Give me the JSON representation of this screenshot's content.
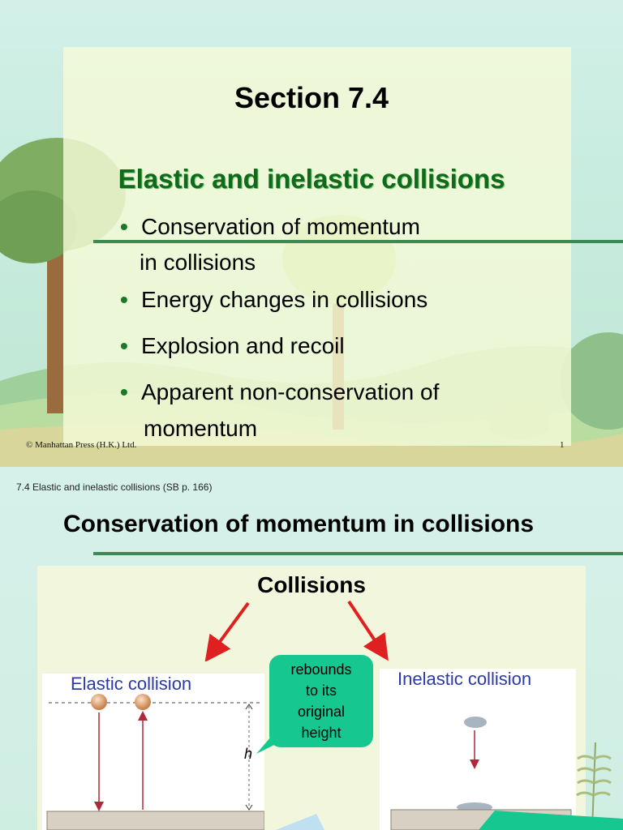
{
  "slide1": {
    "title": "Section 7.4",
    "subtitle": "Elastic and inelastic collisions",
    "bullets": [
      {
        "line1": "Conservation of momentum",
        "line2": "in collisions"
      },
      {
        "line1": "Energy changes in collisions",
        "line2": ""
      },
      {
        "line1": "Explosion and recoil",
        "line2": ""
      },
      {
        "line1": "Apparent non-conservation of",
        "line2": "momentum"
      }
    ],
    "bullet_symbol": "•",
    "footer_copyright": "©  Manhattan Press (H.K.) Ltd.",
    "page_number": "1"
  },
  "slide2": {
    "breadcrumb": "7.4 Elastic and inelastic collisions  (SB p. 166)",
    "title": "Conservation of momentum in collisions",
    "collisions_label": "Collisions",
    "elastic_label": "Elastic collision",
    "inelastic_label": "Inelastic collision",
    "callout_text": "rebounds\nto its\noriginal\nheight",
    "height_symbol": "h"
  },
  "colors": {
    "accent_green": "#3b8a52",
    "subtitle_green": "#0f6b1a",
    "callout_teal": "#16c890",
    "arrow_red": "#e02020",
    "label_blue": "#2b3aa8"
  }
}
